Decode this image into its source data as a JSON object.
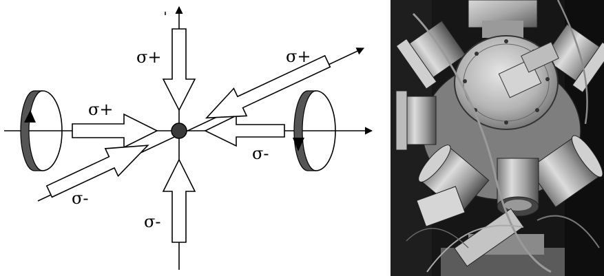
{
  "diagram": {
    "beam_labels": {
      "vertical_top": "σ+",
      "vertical_bottom": "σ-",
      "horizontal_left": "σ+",
      "horizontal_right": "σ-",
      "diagonal_upper_right": "σ+",
      "diagonal_lower_left": "σ-"
    },
    "coil_left_current": "up",
    "coil_right_current": "down"
  },
  "photo": {
    "subject": "vacuum chamber with six beam ports and magnetic coils",
    "tone": "grayscale"
  }
}
